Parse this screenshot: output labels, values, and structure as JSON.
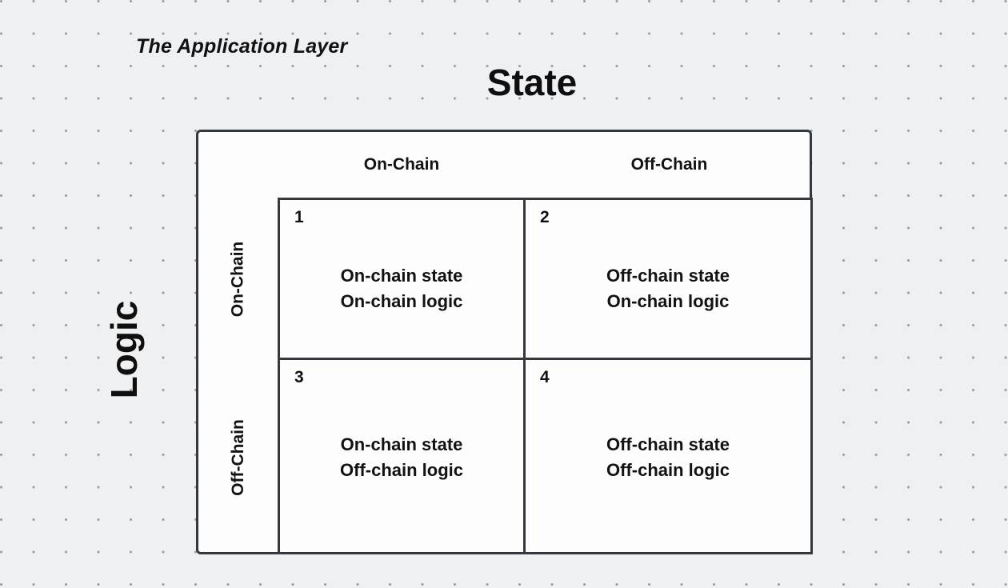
{
  "diagram": {
    "title": "The Application Layer",
    "x_axis_title": "State",
    "y_axis_title": "Logic",
    "columns": [
      {
        "label": "On-Chain"
      },
      {
        "label": "Off-Chain"
      }
    ],
    "rows": [
      {
        "label": "On-Chain"
      },
      {
        "label": "Off-Chain"
      }
    ],
    "quadrants": [
      {
        "number": "1",
        "line1": "On-chain state",
        "line2": "On-chain logic"
      },
      {
        "number": "2",
        "line1": "Off-chain state",
        "line2": "On-chain logic"
      },
      {
        "number": "3",
        "line1": "On-chain state",
        "line2": "Off-chain logic"
      },
      {
        "number": "4",
        "line1": "Off-chain state",
        "line2": "Off-chain logic"
      }
    ],
    "colors": {
      "background": "#eff0f2",
      "dot_grid": "#9a9a9e",
      "box_fill": "#fdfdfe",
      "border": "#35393f",
      "text": "#121212"
    }
  }
}
